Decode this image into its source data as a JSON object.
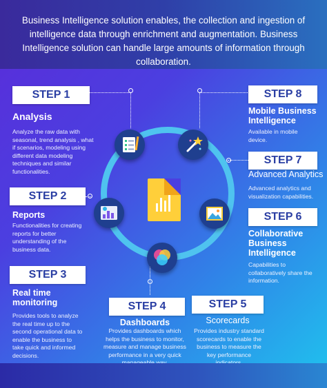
{
  "header": {
    "text": "Business Intelligence solution enables, the collection and ingestion of intelligence data through enrichment and augmentation. Business Intelligence solution can handle large amounts of information through collaboration."
  },
  "steps": [
    {
      "label": "STEP 1",
      "title": "Analysis",
      "desc": "Analyze the raw data with seasonal, trend analysis , what if scenarios, modeling using different data modeling techniques and similar functionalities."
    },
    {
      "label": "STEP 2",
      "title": "Reports",
      "desc": "Functionalities for creating reports for better understanding of the business data."
    },
    {
      "label": "STEP 3",
      "title": "Real time monitoring",
      "desc": "Provides tools to analyze the real time up to the second operational data to enable the business to take quick and informed decisions."
    },
    {
      "label": "STEP 4",
      "title": "Dashboards",
      "desc": "Provides dashboards which helps the business to monitor, measure and manage business performance in a very quick manageable way."
    },
    {
      "label": "STEP 5",
      "title": "Scorecards",
      "desc": "Provides industry standard scorecards to enable the business to measure the key performance indicators."
    },
    {
      "label": "STEP 6",
      "title": "Collaborative Business Intelligence",
      "desc": "Capabilities to collaboratively share the information."
    },
    {
      "label": "STEP 7",
      "title": "Advanced Analytics",
      "desc": "Advanced analytics and visualization capabilities."
    },
    {
      "label": "STEP 8",
      "title": "Mobile Business Intelligence",
      "desc": "Available in mobile device."
    }
  ],
  "colors": {
    "accent": "#2a3ea3",
    "ring": "#4fc3ef",
    "node": "#1f3f8f",
    "document": "#ffcf3a"
  }
}
